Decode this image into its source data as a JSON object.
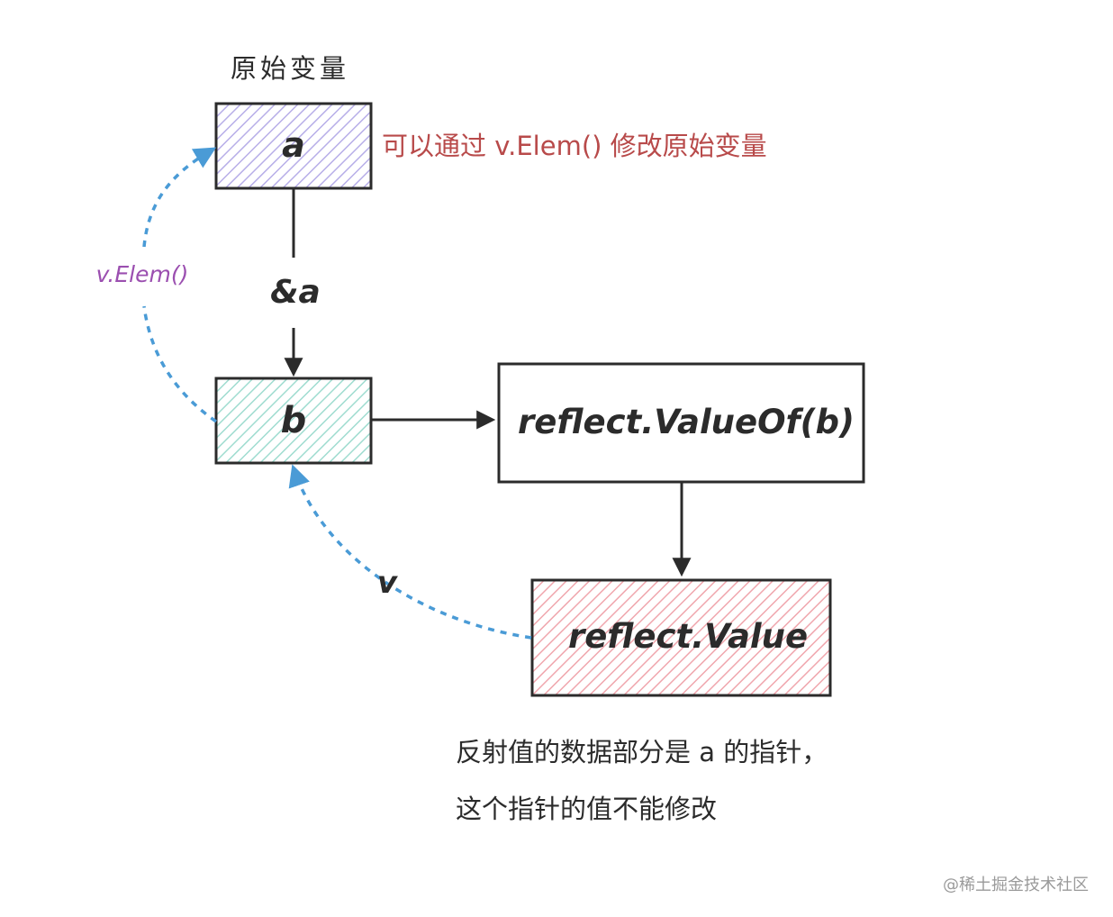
{
  "diagram": {
    "heading": "原始变量",
    "box_a_label": "a",
    "note_a": "可以通过 v.Elem() 修改原始变量",
    "elem_label": "v.Elem()",
    "edge_ab_label": "&a",
    "box_b_label": "b",
    "valueof_label": "reflect.ValueOf(b)",
    "value_label": "reflect.Value",
    "edge_v_label": "v",
    "note_line1": "反射值的数据部分是 a 的指针，",
    "note_line2": "这个指针的值不能修改",
    "watermark": "@稀土掘金技术社区"
  },
  "colors": {
    "ink": "#2b2b2b",
    "box_a_hatch": "#b7aee8",
    "box_b_hatch": "#9fdcd0",
    "value_hatch": "#f0a6ad",
    "dashed_arrow": "#4a9bd6",
    "note_red": "#b84a4a",
    "elem_purple": "#9b4fb0",
    "watermark": "#9a9a9a"
  }
}
